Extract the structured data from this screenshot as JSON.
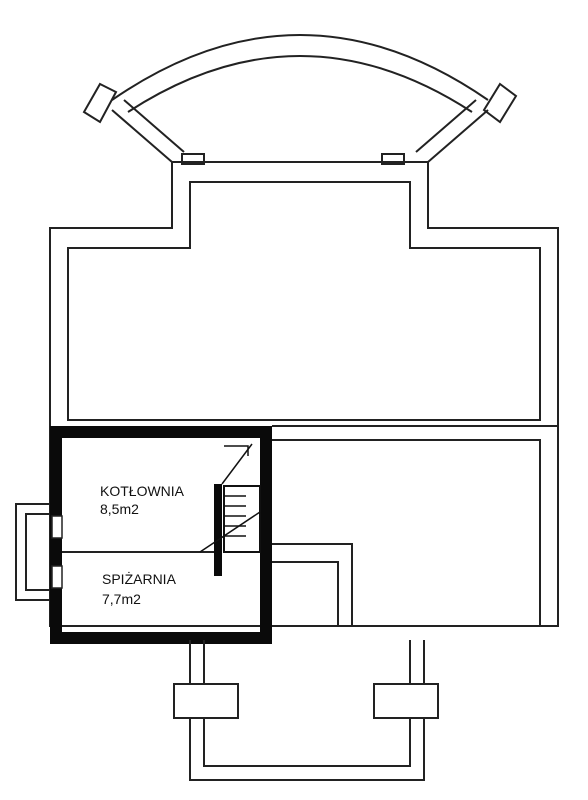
{
  "rooms": [
    {
      "name": "KOTŁOWNIA",
      "area": "8,5m2"
    },
    {
      "name": "SPIŻARNIA",
      "area": "7,7m2"
    }
  ],
  "colors": {
    "line": "#222222",
    "highlighted_walls": "#0a0a0a",
    "background": "#ffffff"
  }
}
